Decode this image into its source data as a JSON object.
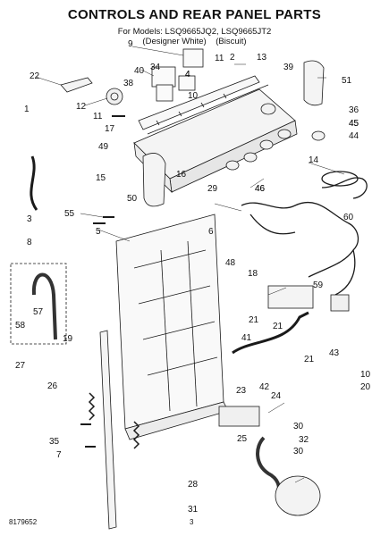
{
  "title": "CONTROLS AND REAR PANEL PARTS",
  "subtitle": {
    "models_line": "For Models: LSQ9665JQ2, LSQ9665JT2",
    "colors_line": "(Designer White)    (Biscuit)"
  },
  "callouts": [
    "9",
    "2",
    "11",
    "13",
    "22",
    "40",
    "34",
    "4",
    "39",
    "51",
    "38",
    "12",
    "10",
    "1",
    "11",
    "36",
    "45",
    "17",
    "44",
    "49",
    "14",
    "16",
    "15",
    "29",
    "46",
    "50",
    "55",
    "3",
    "60",
    "5",
    "6",
    "8",
    "48",
    "18",
    "59",
    "57",
    "58",
    "21",
    "41",
    "19",
    "43",
    "27",
    "10",
    "20",
    "23",
    "42",
    "24",
    "26",
    "30",
    "25",
    "32",
    "35",
    "30",
    "7",
    "28",
    "31",
    "21",
    "21",
    "45",
    "4",
    "46"
  ],
  "footer": {
    "doc_number": "8179652",
    "page": "3"
  }
}
